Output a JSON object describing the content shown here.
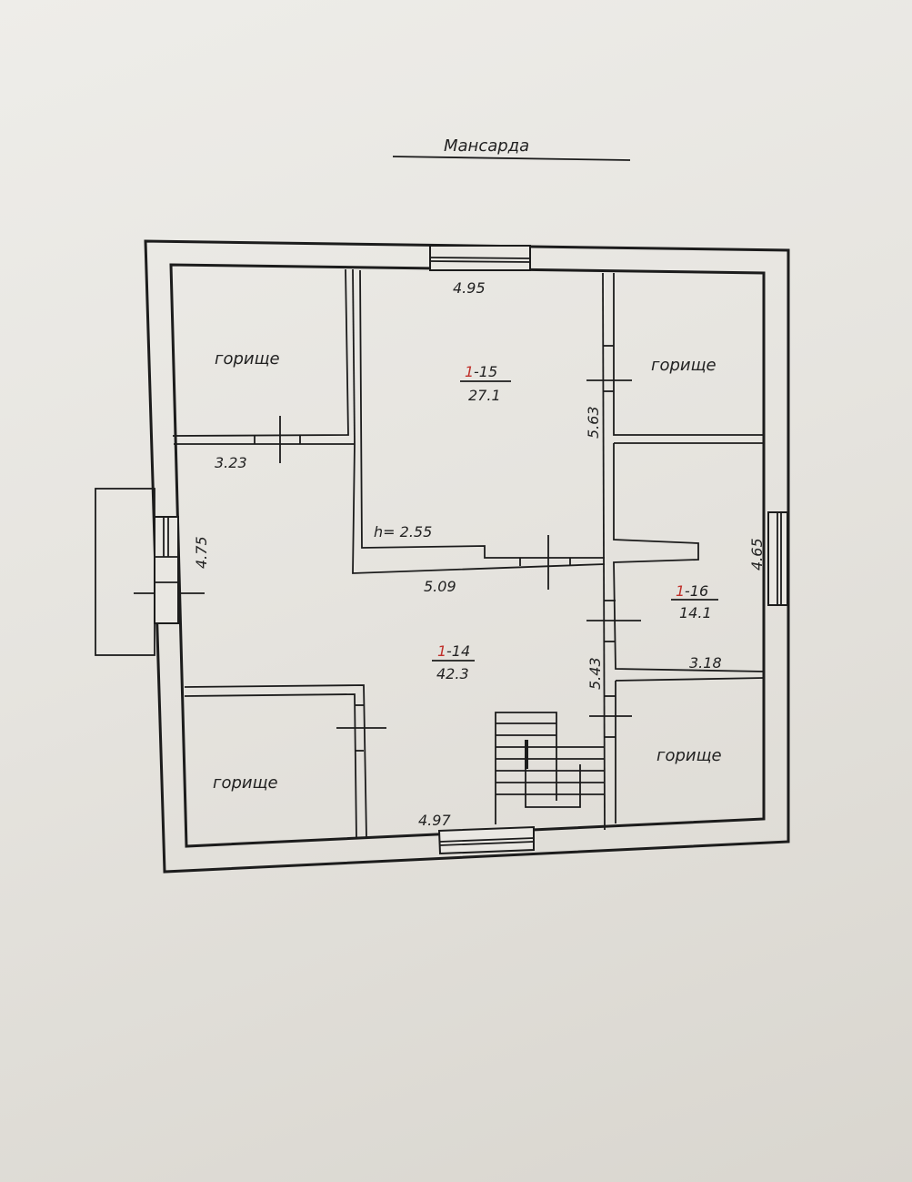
{
  "title": "Мансарда",
  "rooms": {
    "attic_top_left": "горище",
    "attic_top_right": "горище",
    "attic_bottom_left": "горище",
    "attic_bottom_right": "горище",
    "room_1_15": {
      "number_prefix": "1",
      "number": "-15",
      "area": "27.1"
    },
    "room_1_14": {
      "number_prefix": "1",
      "number": "-14",
      "area": "42.3"
    },
    "room_1_16": {
      "number_prefix": "1",
      "number": "-16",
      "area": "14.1"
    }
  },
  "dimensions": {
    "top": "4.95",
    "left_upper": "3.23",
    "left": "4.75",
    "center_height": "h= 2.55",
    "middle": "5.09",
    "right_inner_upper": "5.63",
    "right_inner_lower": "5.43",
    "right": "4.65",
    "room_1_16_width": "3.18",
    "bottom": "4.97"
  },
  "colors": {
    "ink": "#1c1c1c",
    "room_number": "#c0302a"
  }
}
